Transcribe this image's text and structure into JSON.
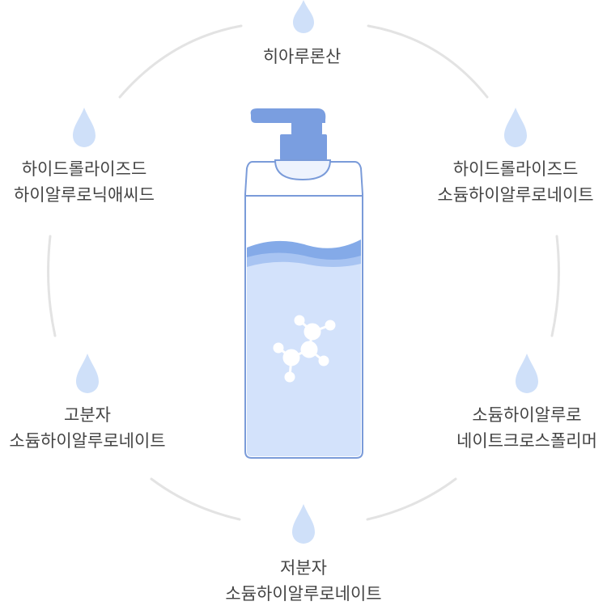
{
  "colors": {
    "ring": "#e3e3e3",
    "drop": "#cfe0f9",
    "bottle_outline": "#7a9bd9",
    "pump": "#7a9ee0",
    "liquid": "#d3e2fb",
    "wave_dark": "#84aae8",
    "wave_light": "#a8c4f2",
    "text": "#444444"
  },
  "ingredients": [
    {
      "id": "top",
      "lines": [
        "히아루론산"
      ]
    },
    {
      "id": "upper-right",
      "lines": [
        "하이드롤라이즈드",
        "소듐하이알루로네이트"
      ]
    },
    {
      "id": "lower-right",
      "lines": [
        "소듐하이알루로",
        "네이트크로스폴리머"
      ]
    },
    {
      "id": "bottom",
      "lines": [
        "저분자",
        "소듐하이알루로네이트"
      ]
    },
    {
      "id": "lower-left",
      "lines": [
        "고분자",
        "소듐하이알루로네이트"
      ]
    },
    {
      "id": "upper-left",
      "lines": [
        "하이드롤라이즈드",
        "하이알루로닉애씨드"
      ]
    }
  ]
}
